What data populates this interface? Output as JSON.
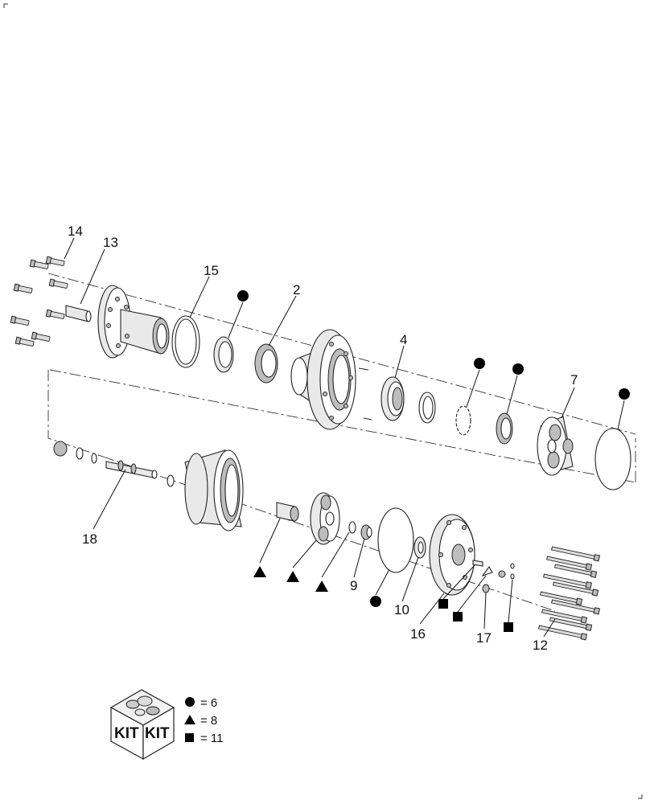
{
  "callouts": {
    "c1": "14",
    "c2": "13",
    "c3": "15",
    "c4": "2",
    "c5": "4",
    "c6": "7",
    "c7": "18",
    "c8": "9",
    "c9": "10",
    "c10": "16",
    "c11": "17",
    "c12": "12"
  },
  "kit_box": {
    "label_left": "KIT",
    "label_right": "KIT"
  },
  "legend": {
    "circle": {
      "equals": "= 6"
    },
    "triangle": {
      "equals": "= 8"
    },
    "square": {
      "equals": "= 11"
    }
  },
  "colors": {
    "line": "#222222",
    "marker": "#000000",
    "background": "#ffffff"
  },
  "icons": [
    "corner-mark-icon",
    "circle-marker-icon",
    "triangle-marker-icon",
    "square-marker-icon",
    "kit-box-icon"
  ]
}
